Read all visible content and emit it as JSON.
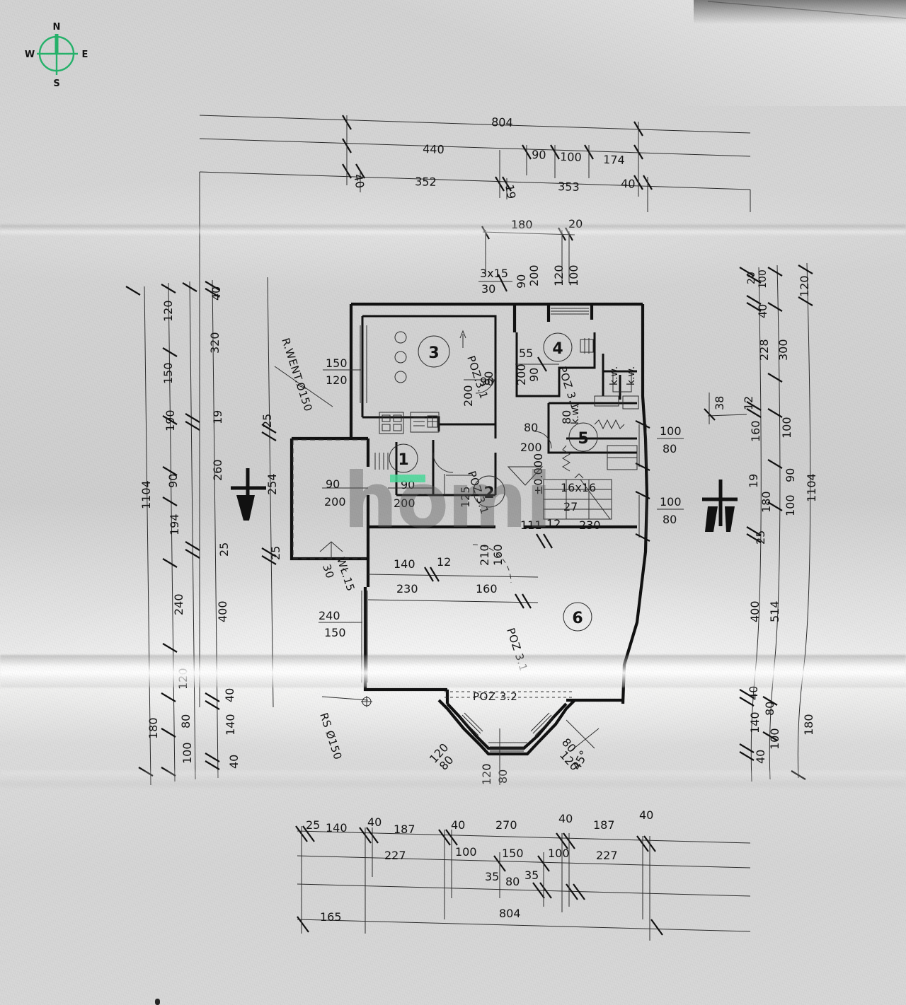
{
  "document": {
    "type": "architectural-floor-plan-photo",
    "watermark": "homi",
    "paper_color": "#d4d4d4",
    "ink_color": "#1a1a1a",
    "compass_color": "#25b36b",
    "highlight_color": "#4ad99a"
  },
  "compass": {
    "north": "N",
    "east": "E",
    "south": "S",
    "west": "W"
  },
  "rooms": [
    {
      "id": "1",
      "label": "1"
    },
    {
      "id": "2",
      "label": "2"
    },
    {
      "id": "3",
      "label": "3"
    },
    {
      "id": "4",
      "label": "4"
    },
    {
      "id": "5",
      "label": "5"
    },
    {
      "id": "6",
      "label": "6"
    }
  ],
  "annotations": {
    "vent_pipe": "R.WENT.Ø150",
    "rain_pipe": "RS Ø150",
    "pos_3_1_a": "POZ.3.1",
    "pos_3_1_b": "POZ 3.1",
    "pos_3_1_c": "POZ 3.1",
    "pos_3_1_d": "POZ 3.1",
    "pos_3_2": "POZ 3.2",
    "level_marker": "±0.000",
    "stair_count": "16x16",
    "stair_run": "27",
    "angle": "45°",
    "vent_count": "3x15",
    "vent_h": "30",
    "wyl": "WŁ.15",
    "wyl_30": "30",
    "kw_1": "k.w.",
    "kw_2": "k.w.",
    "kw_3": "k.w."
  },
  "openings": {
    "w_150_120_top": "150",
    "w_150_120_bot": "120",
    "d_90_200_a_top": "90",
    "d_90_200_a_bot": "200",
    "d_90_200_b_top": "90",
    "d_90_200_b_bot": "200",
    "d_90_200_c_top": "90",
    "d_90_200_c_bot": "200",
    "d_90_200_d_top": "90",
    "d_90_200_d_bot": "200",
    "d_90_200_e_top": "90",
    "d_90_200_e_bot": "200",
    "d_80_200_a_top": "80",
    "d_80_200_a_bot": "200",
    "d_80_200_b_top": "80",
    "d_80_200_b_bot": "200",
    "w_100_80_a_top": "100",
    "w_100_80_a_bot": "80",
    "w_100_80_b_top": "100",
    "w_100_80_b_bot": "80",
    "w_240_150_top": "240",
    "w_240_150_bot": "150",
    "w_160_210_top": "160",
    "w_160_210_bot": "210",
    "w_120_100_top": "120",
    "w_120_100_bot": "100",
    "bay_80_a": "80",
    "bay_120_a": "120",
    "bay_80_b": "80",
    "bay_120_b": "120",
    "bay_80_c": "80",
    "bay_120_c": "120",
    "misc_55": "55",
    "misc_125": "125",
    "misc_111": "111",
    "misc_12a": "12",
    "misc_12b": "12",
    "misc_230a": "230",
    "misc_230b": "230",
    "misc_140": "140",
    "misc_160": "160",
    "misc_38": "38"
  },
  "dimensions": {
    "top": {
      "chain_1": [
        "804"
      ],
      "chain_2": [
        "440",
        "90",
        "100",
        "174"
      ],
      "chain_3": [
        "40",
        "352",
        "19",
        "353",
        "40"
      ],
      "chain_4": [
        "180",
        "20"
      ]
    },
    "bottom": {
      "chain_1": [
        "25",
        "140",
        "40",
        "187",
        "40",
        "270",
        "40",
        "187",
        "40"
      ],
      "chain_2": [
        "227",
        "100",
        "150",
        "100",
        "227"
      ],
      "chain_3": [
        "35",
        "80",
        "35"
      ],
      "chain_4": [
        "165",
        "804"
      ]
    },
    "left": {
      "chain_outer": [
        "1104"
      ],
      "chain_1": [
        "120",
        "150",
        "190",
        "90",
        "194",
        "240",
        "120",
        "80",
        "100"
      ],
      "chain_2": [
        "40",
        "320",
        "19",
        "260",
        "25",
        "400",
        "40",
        "140",
        "40"
      ],
      "chain_3": [
        "25",
        "254",
        "25"
      ]
    },
    "right": {
      "chain_outer": [
        "1104"
      ],
      "chain_1": [
        "120",
        "300",
        "100",
        "90",
        "100",
        "180",
        "514",
        "80",
        "100",
        "180"
      ],
      "chain_2": [
        "20",
        "100",
        "40",
        "228",
        "12",
        "160",
        "19",
        "25",
        "400",
        "40",
        "140",
        "40"
      ]
    }
  }
}
